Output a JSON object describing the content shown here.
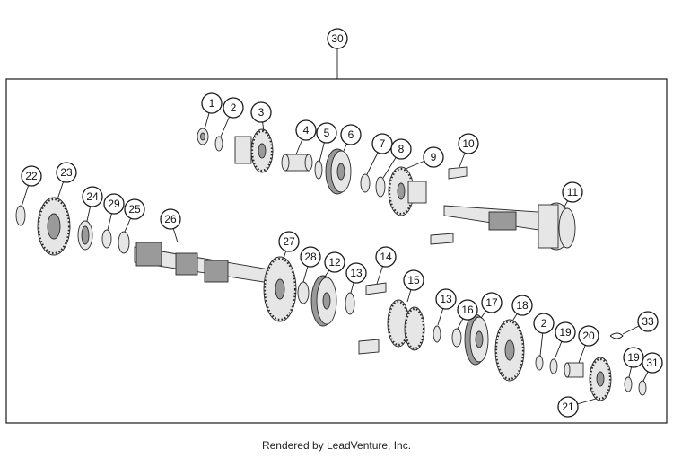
{
  "assembly_callout": "30",
  "callouts": [
    {
      "label": "1"
    },
    {
      "label": "2"
    },
    {
      "label": "3"
    },
    {
      "label": "4"
    },
    {
      "label": "5"
    },
    {
      "label": "6"
    },
    {
      "label": "7"
    },
    {
      "label": "8"
    },
    {
      "label": "9"
    },
    {
      "label": "10"
    },
    {
      "label": "11"
    },
    {
      "label": "22"
    },
    {
      "label": "23"
    },
    {
      "label": "24"
    },
    {
      "label": "29"
    },
    {
      "label": "25"
    },
    {
      "label": "26"
    },
    {
      "label": "27"
    },
    {
      "label": "28"
    },
    {
      "label": "12"
    },
    {
      "label": "13"
    },
    {
      "label": "14"
    },
    {
      "label": "15"
    },
    {
      "label": "13"
    },
    {
      "label": "16"
    },
    {
      "label": "17"
    },
    {
      "label": "18"
    },
    {
      "label": "2"
    },
    {
      "label": "19"
    },
    {
      "label": "20"
    },
    {
      "label": "33"
    },
    {
      "label": "19"
    },
    {
      "label": "31"
    },
    {
      "label": "21"
    }
  ],
  "footer": {
    "credit": "Rendered by LeadVenture, Inc."
  }
}
